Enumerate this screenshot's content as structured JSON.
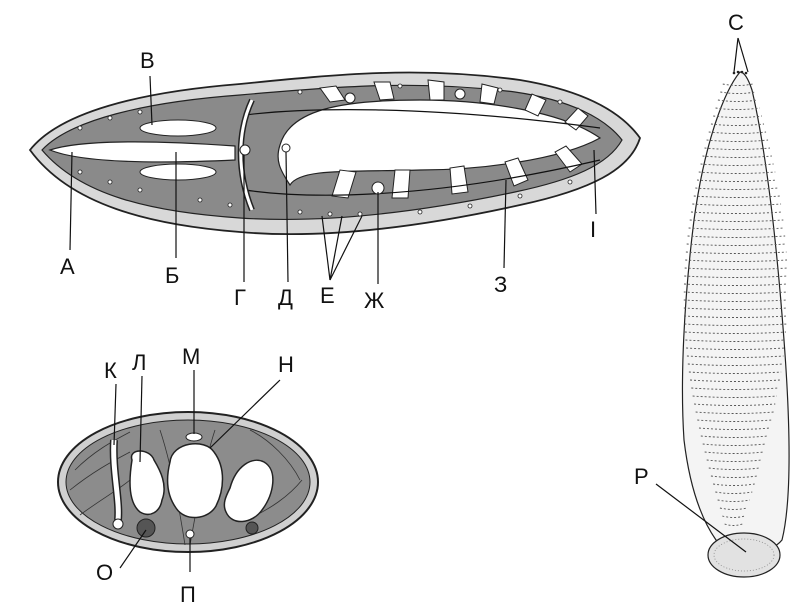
{
  "labels": {
    "A": "А",
    "B": "Б",
    "V": "В",
    "G": "Г",
    "D": "Д",
    "E": "Е",
    "Zh": "Ж",
    "Z": "З",
    "I": "І",
    "K": "К",
    "L": "Л",
    "M": "М",
    "N": "Н",
    "O": "О",
    "P": "П",
    "R": "Р",
    "S": "С"
  }
}
